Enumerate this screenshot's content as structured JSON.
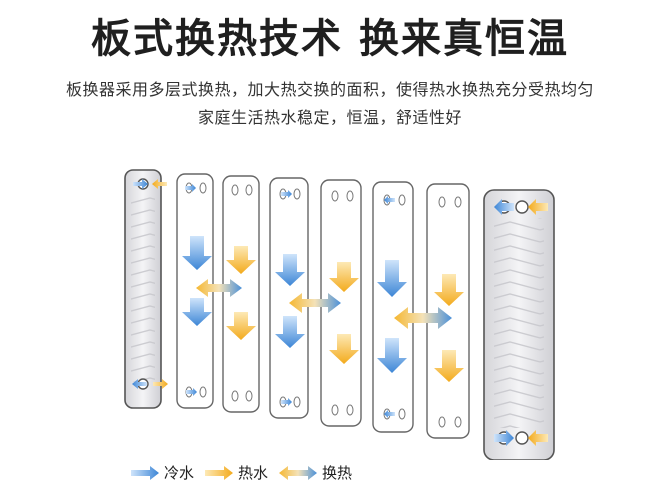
{
  "header": {
    "title": "板式换热技术 换来真恒温",
    "subtitle_line1": "板换器采用多层式换热，加大热交换的面积，使得热水换热充分受热均匀",
    "subtitle_line2": "家庭生活热水稳定，恒温，舒适性好"
  },
  "legend": {
    "cold_label": "冷水",
    "hot_label": "热水",
    "exchange_label": "换热"
  },
  "colors": {
    "cold": "#4a90d9",
    "hot": "#f5b731",
    "plate_border": "#6e6e6e",
    "end_plate_fill": "#e9e9ec"
  }
}
